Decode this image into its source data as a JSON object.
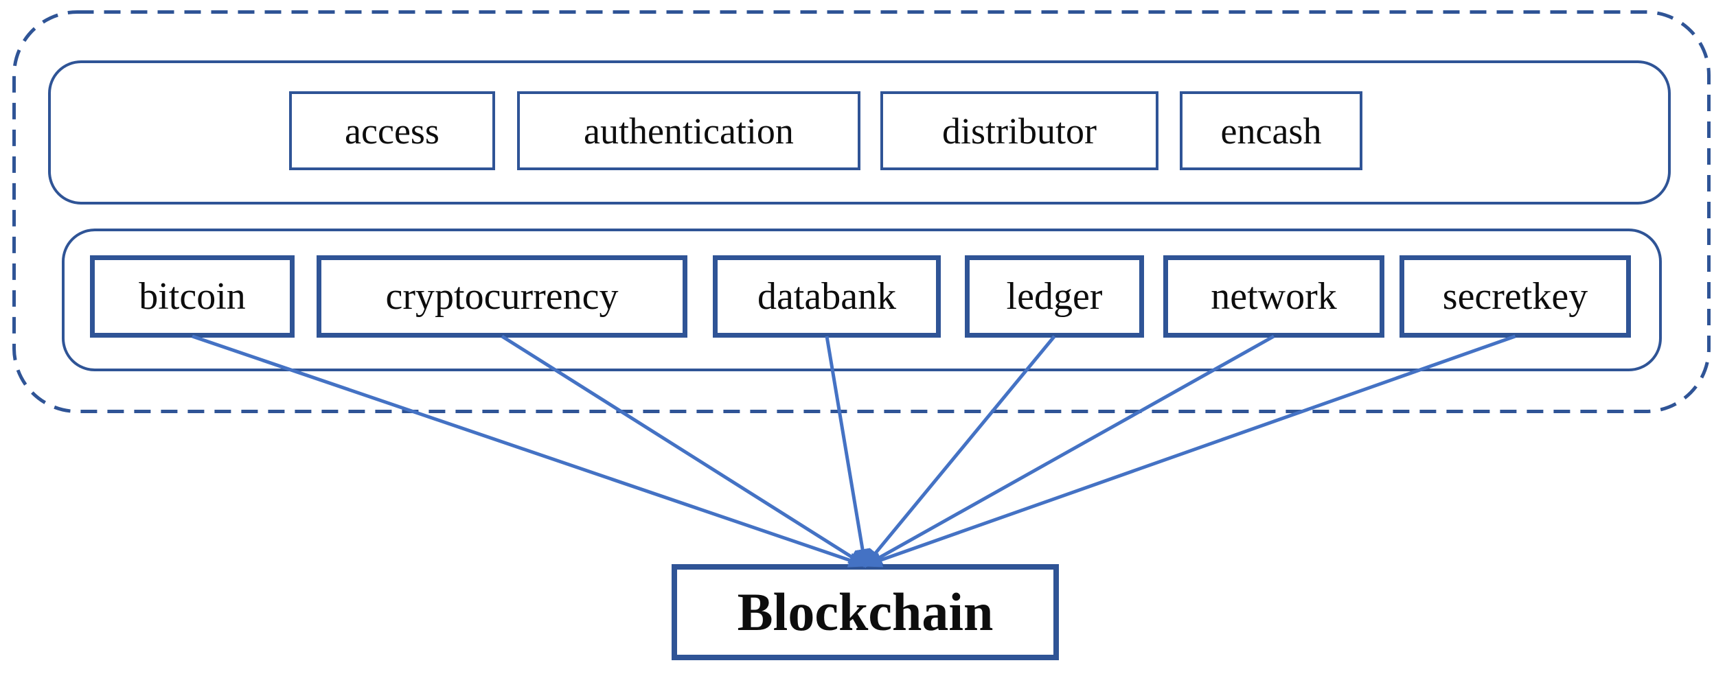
{
  "colors": {
    "border": "#2f5496",
    "arrow": "#4472c4",
    "text": "#0d0d0d",
    "background": "#ffffff"
  },
  "groups": {
    "top_row": {
      "items": [
        {
          "key": "access",
          "label": "access"
        },
        {
          "key": "authentication",
          "label": "authentication"
        },
        {
          "key": "distributor",
          "label": "distributor"
        },
        {
          "key": "encash",
          "label": "encash"
        }
      ]
    },
    "bottom_row": {
      "items": [
        {
          "key": "bitcoin",
          "label": "bitcoin"
        },
        {
          "key": "cryptocurrency",
          "label": "cryptocurrency"
        },
        {
          "key": "databank",
          "label": "databank"
        },
        {
          "key": "ledger",
          "label": "ledger"
        },
        {
          "key": "network",
          "label": "network"
        },
        {
          "key": "secretkey",
          "label": "secretkey"
        }
      ]
    }
  },
  "target_node": {
    "key": "blockchain",
    "label": "Blockchain"
  },
  "edges": [
    {
      "from": "bitcoin",
      "to": "blockchain"
    },
    {
      "from": "cryptocurrency",
      "to": "blockchain"
    },
    {
      "from": "databank",
      "to": "blockchain"
    },
    {
      "from": "ledger",
      "to": "blockchain"
    },
    {
      "from": "network",
      "to": "blockchain"
    },
    {
      "from": "secretkey",
      "to": "blockchain"
    }
  ]
}
